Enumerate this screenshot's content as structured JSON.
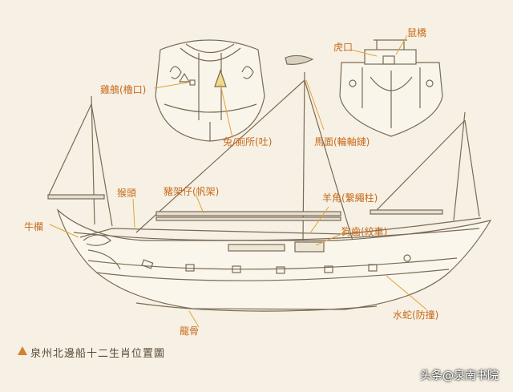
{
  "labels": {
    "jichi": "雞鵃(櫓口)",
    "tu": "兔/廁所(吐)",
    "hukou": "虎口",
    "shuqiao": "鼠橋",
    "mamian": "馬面(輪軸鏈)",
    "houtou": "猴頭",
    "zhujia": "豬架仔(帆架)",
    "yangjiao": "羊角(繫繩柱)",
    "gouchi": "狗齒(絞車)",
    "niulan": "牛欄",
    "longgu": "龍骨",
    "shuishe": "水蛇(防撞)"
  },
  "caption": "泉州北邊船十二生肖位置圖",
  "watermark": "头条@泉南书院",
  "colors": {
    "label": "#c86a1b",
    "line": "#7a6a55",
    "accent": "#e2a23a"
  }
}
